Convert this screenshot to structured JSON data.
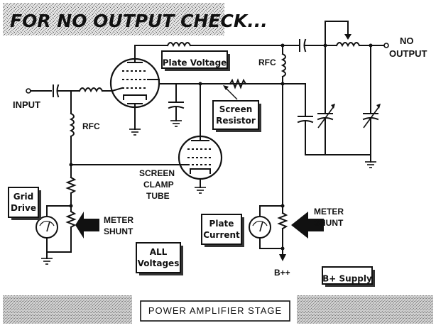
{
  "title": "FOR NO OUTPUT CHECK...",
  "labels": {
    "input": "INPUT",
    "no_output_1": "NO",
    "no_output_2": "OUTPUT",
    "rfc_left": "RFC",
    "rfc_plate": "RFC",
    "screen_clamp_1": "SCREEN",
    "screen_clamp_2": "CLAMP",
    "screen_clamp_3": "TUBE",
    "meter_shunt_left_1": "METER",
    "meter_shunt_left_2": "SHUNT",
    "meter_shunt_right_1": "METER",
    "meter_shunt_right_2": "SHUNT",
    "b_plus_plus": "B++"
  },
  "boxes": {
    "plate_voltage": "Plate Voltage",
    "screen_resistor_1": "Screen",
    "screen_resistor_2": "Resistor",
    "grid_drive_1": "Grid",
    "grid_drive_2": "Drive",
    "plate_current_1": "Plate",
    "plate_current_2": "Current",
    "all_voltages_1": "ALL",
    "all_voltages_2": "Voltages",
    "b_supply": "B+ Supply"
  },
  "footer": "POWER AMPLIFIER STAGE"
}
